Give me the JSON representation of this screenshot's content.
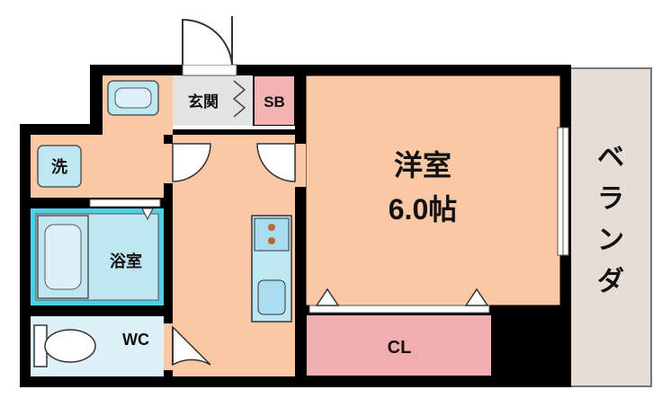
{
  "rooms": {
    "entrance": "玄関",
    "shoe_box": "SB",
    "washer": "洗",
    "bathroom": "浴室",
    "toilet": "WC",
    "western_room_name": "洋室",
    "western_room_size": "6.0帖",
    "closet": "CL",
    "veranda": "ベランダ"
  },
  "colors": {
    "wall": "#000000",
    "room_floor": "#fbc8a6",
    "bath_fill": "#bfe7f2",
    "bath_tile": "#4fd0e6",
    "toilet_fill": "#dff1f8",
    "closet_fill": "#f2aeae",
    "shoe_box_fill": "#f2b3b3",
    "entrance_fill": "#e3e3e3",
    "veranda_fill": "#e6ddd6"
  }
}
